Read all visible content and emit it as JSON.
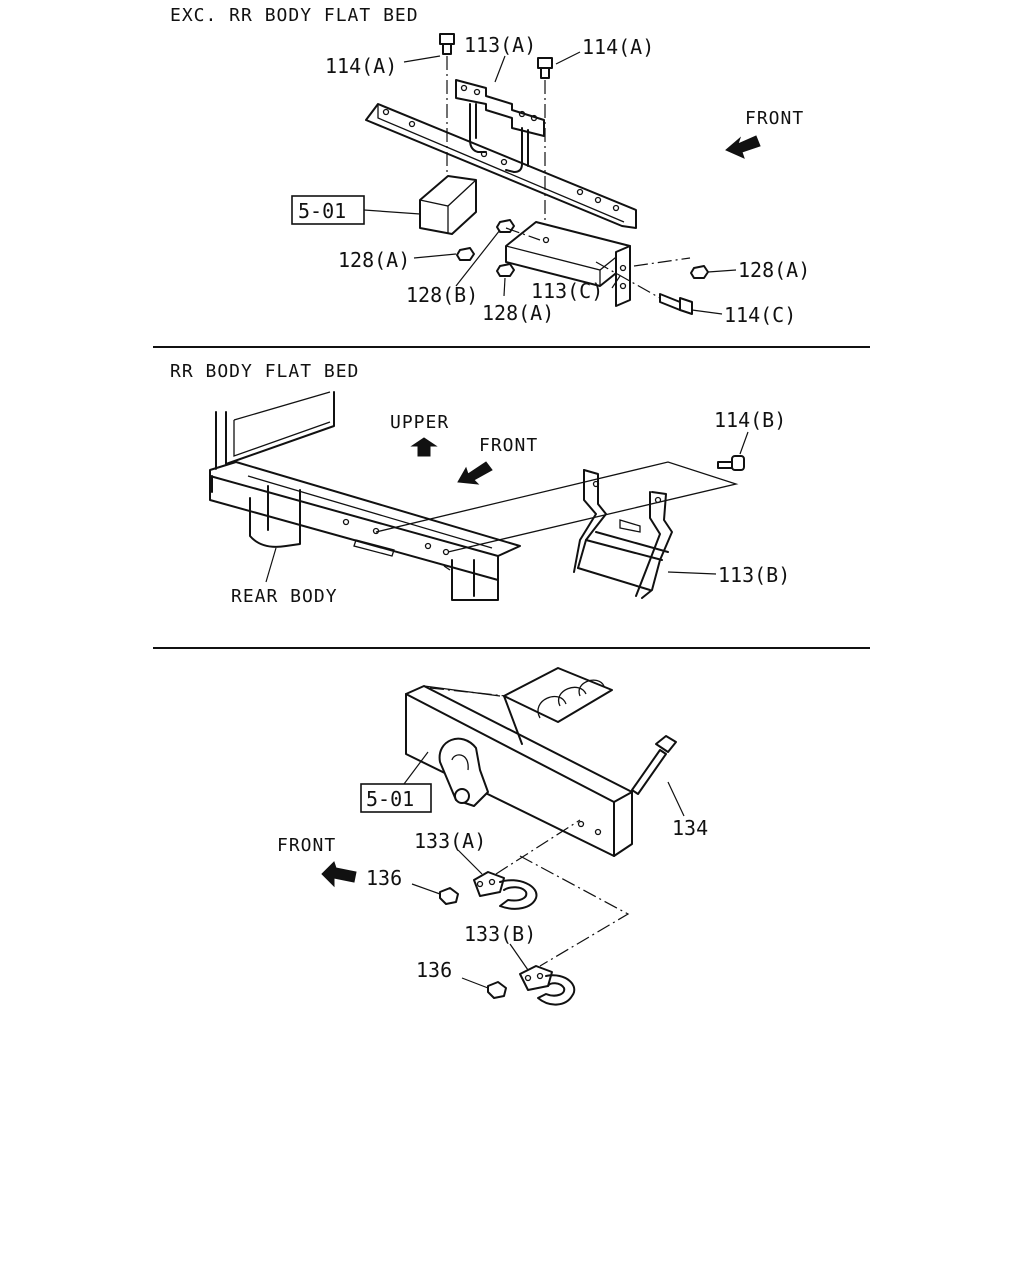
{
  "sections": {
    "top": {
      "title": "EXC. RR BODY FLAT BED",
      "front_label": "FRONT",
      "callouts": {
        "c114a_left": "114(A)",
        "c113a": "113(A)",
        "c114a_right": "114(A)",
        "c501": "5-01",
        "c128a_left": "128(A)",
        "c128b": "128(B)",
        "c128a_bottom": "128(A)",
        "c113c": "113(C)",
        "c128a_right": "128(A)",
        "c114c": "114(C)"
      }
    },
    "middle": {
      "title": "RR BODY FLAT BED",
      "upper_label": "UPPER",
      "front_label": "FRONT",
      "rear_body_label": "REAR BODY",
      "callouts": {
        "c114b": "114(B)",
        "c113b": "113(B)"
      }
    },
    "bottom": {
      "front_label": "FRONT",
      "callouts": {
        "c501": "5-01",
        "c134": "134",
        "c133a": "133(A)",
        "c136_upper": "136",
        "c133b": "133(B)",
        "c136_lower": "136"
      }
    }
  }
}
